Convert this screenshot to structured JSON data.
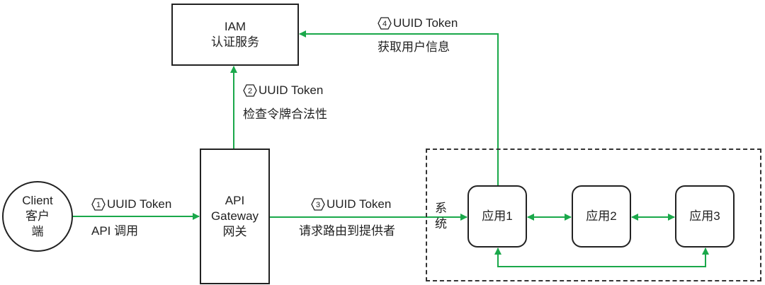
{
  "colors": {
    "arrow": "#1aa84a",
    "stroke": "#222222"
  },
  "nodes": {
    "client": {
      "lines": [
        "Client",
        "客户",
        "端"
      ]
    },
    "iam": {
      "lines": [
        "IAM",
        "认证服务"
      ]
    },
    "gateway": {
      "lines": [
        "API",
        "Gateway",
        "网关"
      ]
    },
    "system": {
      "label_lines": [
        "系",
        "统"
      ]
    },
    "app1": {
      "label": "应用1"
    },
    "app2": {
      "label": "应用2"
    },
    "app3": {
      "label": "应用3"
    }
  },
  "edges": [
    {
      "step": "1",
      "token": "UUID Token",
      "desc": "API 调用"
    },
    {
      "step": "2",
      "token": "UUID Token",
      "desc": "检查令牌合法性"
    },
    {
      "step": "3",
      "token": "UUID Token",
      "desc": "请求路由到提供者"
    },
    {
      "step": "4",
      "token": "UUID Token",
      "desc": "获取用户信息"
    }
  ]
}
